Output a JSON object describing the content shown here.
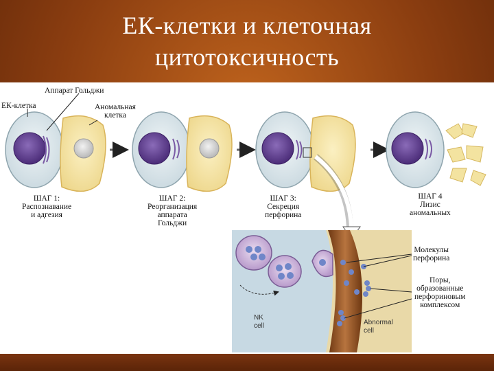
{
  "slide": {
    "title_line1": "ЕК-клетки и клеточная",
    "title_line2": "цитотоксичность"
  },
  "labels": {
    "golgi": "Аппарат Гольджи",
    "ek_cell": "ЕК-клетка",
    "abnormal_1": "Аномальная",
    "abnormal_2": "клетка",
    "step1": [
      "ШАГ 1:",
      "Распознавание",
      "и адгезия"
    ],
    "step2": [
      "ШАГ 2:",
      "Реорганизация",
      "аппарата",
      "Гольджи"
    ],
    "step3": [
      "ШАГ 3:",
      "Секреция",
      "перфорина"
    ],
    "step4": [
      "ШАГ 4",
      "Лизис",
      "аномальных"
    ],
    "perforin_molecules": [
      "Молекулы",
      "перфорина"
    ],
    "pores": [
      "Поры,",
      "образованные",
      "перфориновым",
      "комплексом"
    ],
    "nk_cell": [
      "NK",
      "cell"
    ],
    "abnormal_cell": [
      "Abnormal",
      "cell"
    ]
  },
  "colors": {
    "slide_bg": "#8a3d10",
    "nk_cytoplasm": "#dce7ec",
    "nucleus": "#5b3a8c",
    "abnormal_cytoplasm": "#f6e7a6",
    "abnormal_nucleus": "#d6d6d6",
    "membrane_brown": "#8a4a1f",
    "perforin": "#6f86c8"
  }
}
